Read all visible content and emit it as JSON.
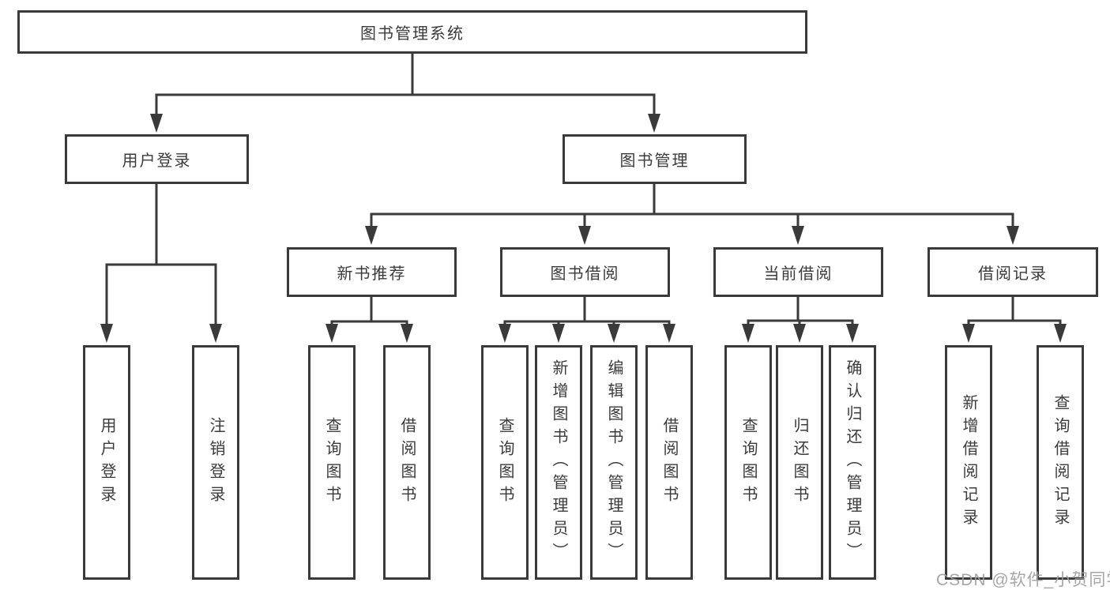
{
  "tree": {
    "label": "图书管理系统",
    "children": [
      {
        "label": "用户登录",
        "children": [
          {
            "label": "用户登录"
          },
          {
            "label": "注销登录"
          }
        ]
      },
      {
        "label": "图书管理",
        "children": [
          {
            "label": "新书推荐",
            "children": [
              {
                "label": "查询图书"
              },
              {
                "label": "借阅图书"
              }
            ]
          },
          {
            "label": "图书借阅",
            "children": [
              {
                "label": "查询图书"
              },
              {
                "label": "新增图书（管理员）"
              },
              {
                "label": "编辑图书（管理员）"
              },
              {
                "label": "借阅图书"
              }
            ]
          },
          {
            "label": "当前借阅",
            "children": [
              {
                "label": "查询图书"
              },
              {
                "label": "归还图书"
              },
              {
                "label": "确认归还（管理员）"
              }
            ]
          },
          {
            "label": "借阅记录",
            "children": [
              {
                "label": "新增借阅记录"
              },
              {
                "label": "查询借阅记录"
              }
            ]
          }
        ]
      }
    ]
  },
  "watermark": "CSDN @软件_小贺同学",
  "colors": {
    "line": "#3a3a3a",
    "text": "#3b3b3b",
    "watermark": "#9e9e9e",
    "background": "#ffffff"
  }
}
